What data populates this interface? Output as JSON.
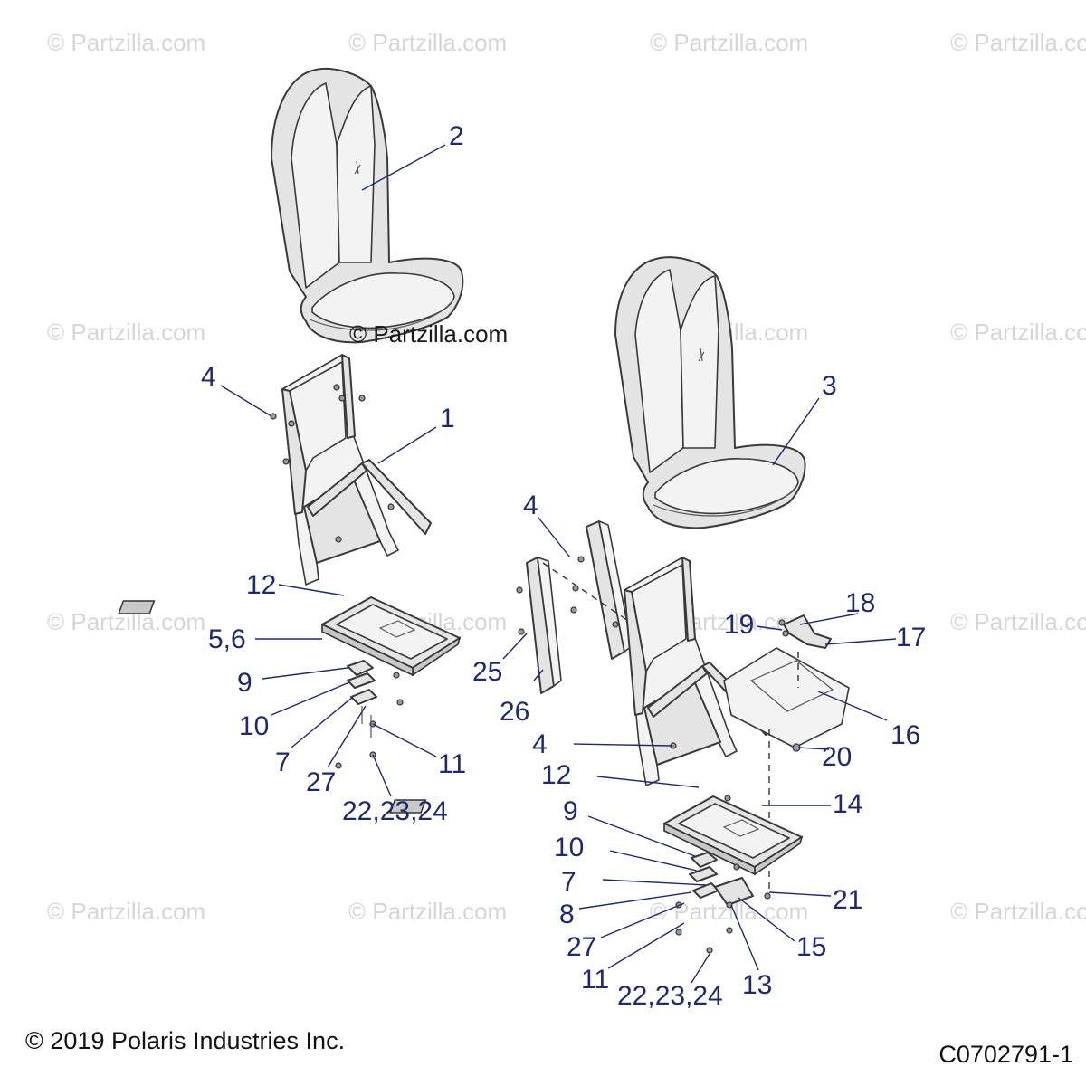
{
  "watermark": "© Partzilla.com",
  "center_watermark": "© Partzilla.com",
  "copyright": "© 2019 Polaris Industries Inc.",
  "diagram_code": "C0702791-1",
  "callouts": {
    "c2": "2",
    "c3": "3",
    "c1": "1",
    "c4a": "4",
    "c4b": "4",
    "c4c": "4",
    "c12a": "12",
    "c12b": "12",
    "c56": "5,6",
    "c9a": "9",
    "c9b": "9",
    "c10a": "10",
    "c10b": "10",
    "c7a": "7",
    "c7b": "7",
    "c27a": "27",
    "c27b": "27",
    "c11a": "11",
    "c11b": "11",
    "c222324a": "22,23,24",
    "c222324b": "22,23,24",
    "c25": "25",
    "c26": "26",
    "c18": "18",
    "c19": "19",
    "c17": "17",
    "c16": "16",
    "c20": "20",
    "c14": "14",
    "c21": "21",
    "c8": "8",
    "c15": "15",
    "c13": "13"
  }
}
